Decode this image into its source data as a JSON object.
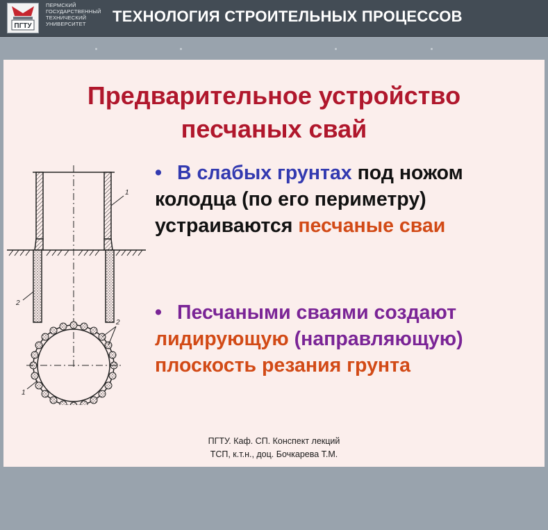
{
  "header": {
    "university_lines": [
      "ПЕРМСКИЙ",
      "ГОСУДАРСТВЕННЫЙ",
      "ТЕХНИЧЕСКИЙ",
      "УНИВЕРСИТЕТ"
    ],
    "logo_text": "ПГТУ",
    "title": "ТЕХНОЛОГИЯ СТРОИТЕЛЬНЫХ ПРОЦЕССОВ"
  },
  "slide": {
    "title_line1": "Предварительное устройство",
    "title_line2": "песчаных свай",
    "bullet_mark": "•",
    "bullet1": {
      "part1": "В слабых грунтах",
      "part2": " под ножом колодца (по его периметру) устраиваются ",
      "part3": "песчаные сваи"
    },
    "bullet2": {
      "part1": "Песчаными  сваями создают ",
      "part2": "лидирующую",
      "part3": " (направляющую) ",
      "part4": "плоскость резания грунта"
    },
    "figure_labels": {
      "label_1": "1",
      "label_2": "2"
    },
    "footer_line1": "ПГТУ. Каф. СП. Конспект лекций",
    "footer_line2": "ТСП, к.т.н., доц. Бочкарева Т.М."
  },
  "colors": {
    "title": "#b0172c",
    "blue": "#333ab0",
    "orange": "#d24a16",
    "purple": "#7a2496",
    "header_bg": "#434c55",
    "slide_bg": "#fbeeec"
  }
}
